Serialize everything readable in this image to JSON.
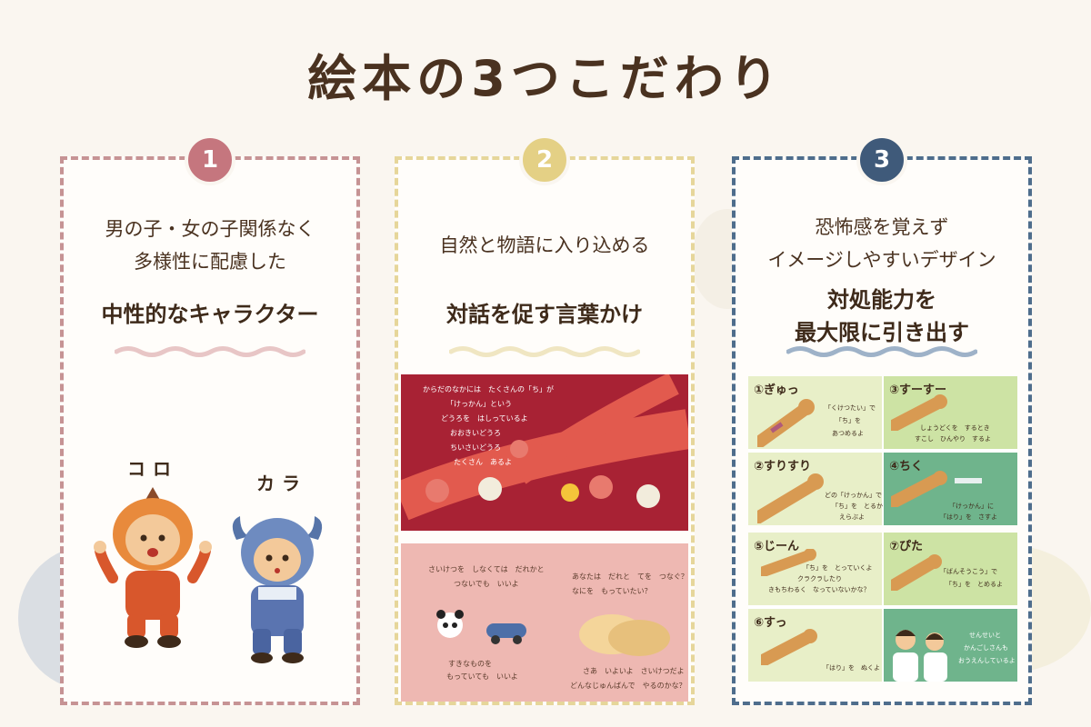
{
  "title": "絵本の3つこだわり",
  "colors": {
    "card1": "#c69394",
    "card2": "#e6d69a",
    "card3": "#4e6d8c",
    "badge1": "#c5767e",
    "badge2": "#e4d085",
    "badge3": "#3f5a7a"
  },
  "cards": [
    {
      "number": "1",
      "subtitle_lines": [
        "男の子・女の子関係なく",
        "多様性に配慮した"
      ],
      "headline_lines": [
        "中性的なキャラクター"
      ],
      "characters": [
        {
          "label": "コロ",
          "icon": "orange-child-character-icon"
        },
        {
          "label": "カラ",
          "icon": "blue-child-character-icon"
        }
      ]
    },
    {
      "number": "2",
      "subtitle_lines": [
        "自然と物語に入り込める"
      ],
      "headline_lines": [
        "対話を促す言葉かけ"
      ],
      "top_panel_text": [
        "からだのなかには　たくさんの「ち」が",
        "「けっかん」という",
        "どうろを　はしっているよ",
        "おおきいどうろ",
        "ちいさいどうろ",
        "たくさん　あるよ"
      ],
      "bottom_panel_text": {
        "left_top": [
          "さいけつを　しなくては　だれかと",
          "つないでも　いいよ"
        ],
        "left_bottom": [
          "すきなものを",
          "もっていても　いいよ"
        ],
        "right_top": [
          "あなたは　だれと　てを　つなぐ？",
          "なにを　もっていたい？"
        ],
        "right_bottom": [
          "さあ　いよいよ　さいけつだよ",
          "どんなじゅんばんで　やるのかな？"
        ]
      }
    },
    {
      "number": "3",
      "subtitle_lines": [
        "恐怖感を覚えず",
        "イメージしやすいデザイン"
      ],
      "headline_lines": [
        "対処能力を",
        "最大限に引き出す"
      ],
      "steps": [
        {
          "label": "①ぎゅっ",
          "caption": [
            "「くけつたい」で",
            "「ち」を",
            "あつめるよ"
          ]
        },
        {
          "label": "③すーすー",
          "caption": [
            "しょうどくを　するとき",
            "すこし　ひんやり　するよ"
          ]
        },
        {
          "label": "②すりすり",
          "caption": [
            "どの「けっかん」で",
            "「ち」を　とるか",
            "えらぶよ"
          ]
        },
        {
          "label": "④ちく",
          "caption": [
            "「けっかん」に",
            "「はり」を　さすよ"
          ]
        },
        {
          "label": "⑤じーん",
          "caption": [
            "「ち」を　とっていくよ",
            "クラクラしたり",
            "きもちわるく　なっていないかな？"
          ]
        },
        {
          "label": "⑦ぴた",
          "caption": [
            "「ばんそうこう」で",
            "「ち」を　とめるよ"
          ]
        },
        {
          "label": "⑥すっ",
          "caption": [
            "「はり」を　ぬくよ"
          ]
        },
        {
          "label": "",
          "caption": [
            "せんせいと",
            "かんごしさんも",
            "おうえんしているよ"
          ]
        }
      ]
    }
  ]
}
